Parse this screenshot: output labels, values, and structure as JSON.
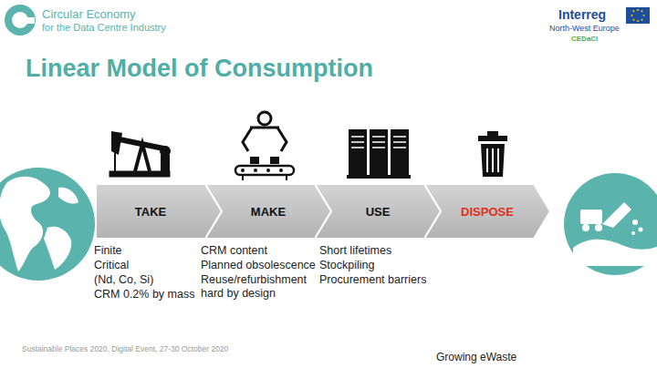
{
  "diagram": {
    "title": "Linear Model of Consumption",
    "nodes": [
      {
        "text": [
          "TAKE"
        ]
      },
      {
        "text": [
          "MAKE"
        ]
      },
      {
        "text": [
          "USE"
        ]
      },
      {
        "text": [
          "DISPOSE"
        ]
      }
    ],
    "labels": [
      "Circular Economy",
      "for the Data Centre Industry",
      "Interreg",
      "North-West Europe",
      "CEDaCI",
      "Finite",
      "Critical",
      "(Nd, Co, Si)",
      "CRM 0.2% by mass",
      "CRM content",
      "Planned obsolescence",
      "Reuse/refurbishment hard by design",
      "Short lifetimes",
      "Stockpiling",
      "Procurement barriers",
      "Sustainable Places 2020, Digital Event, 27-30 October 2020",
      "Growing eWaste"
    ]
  }
}
